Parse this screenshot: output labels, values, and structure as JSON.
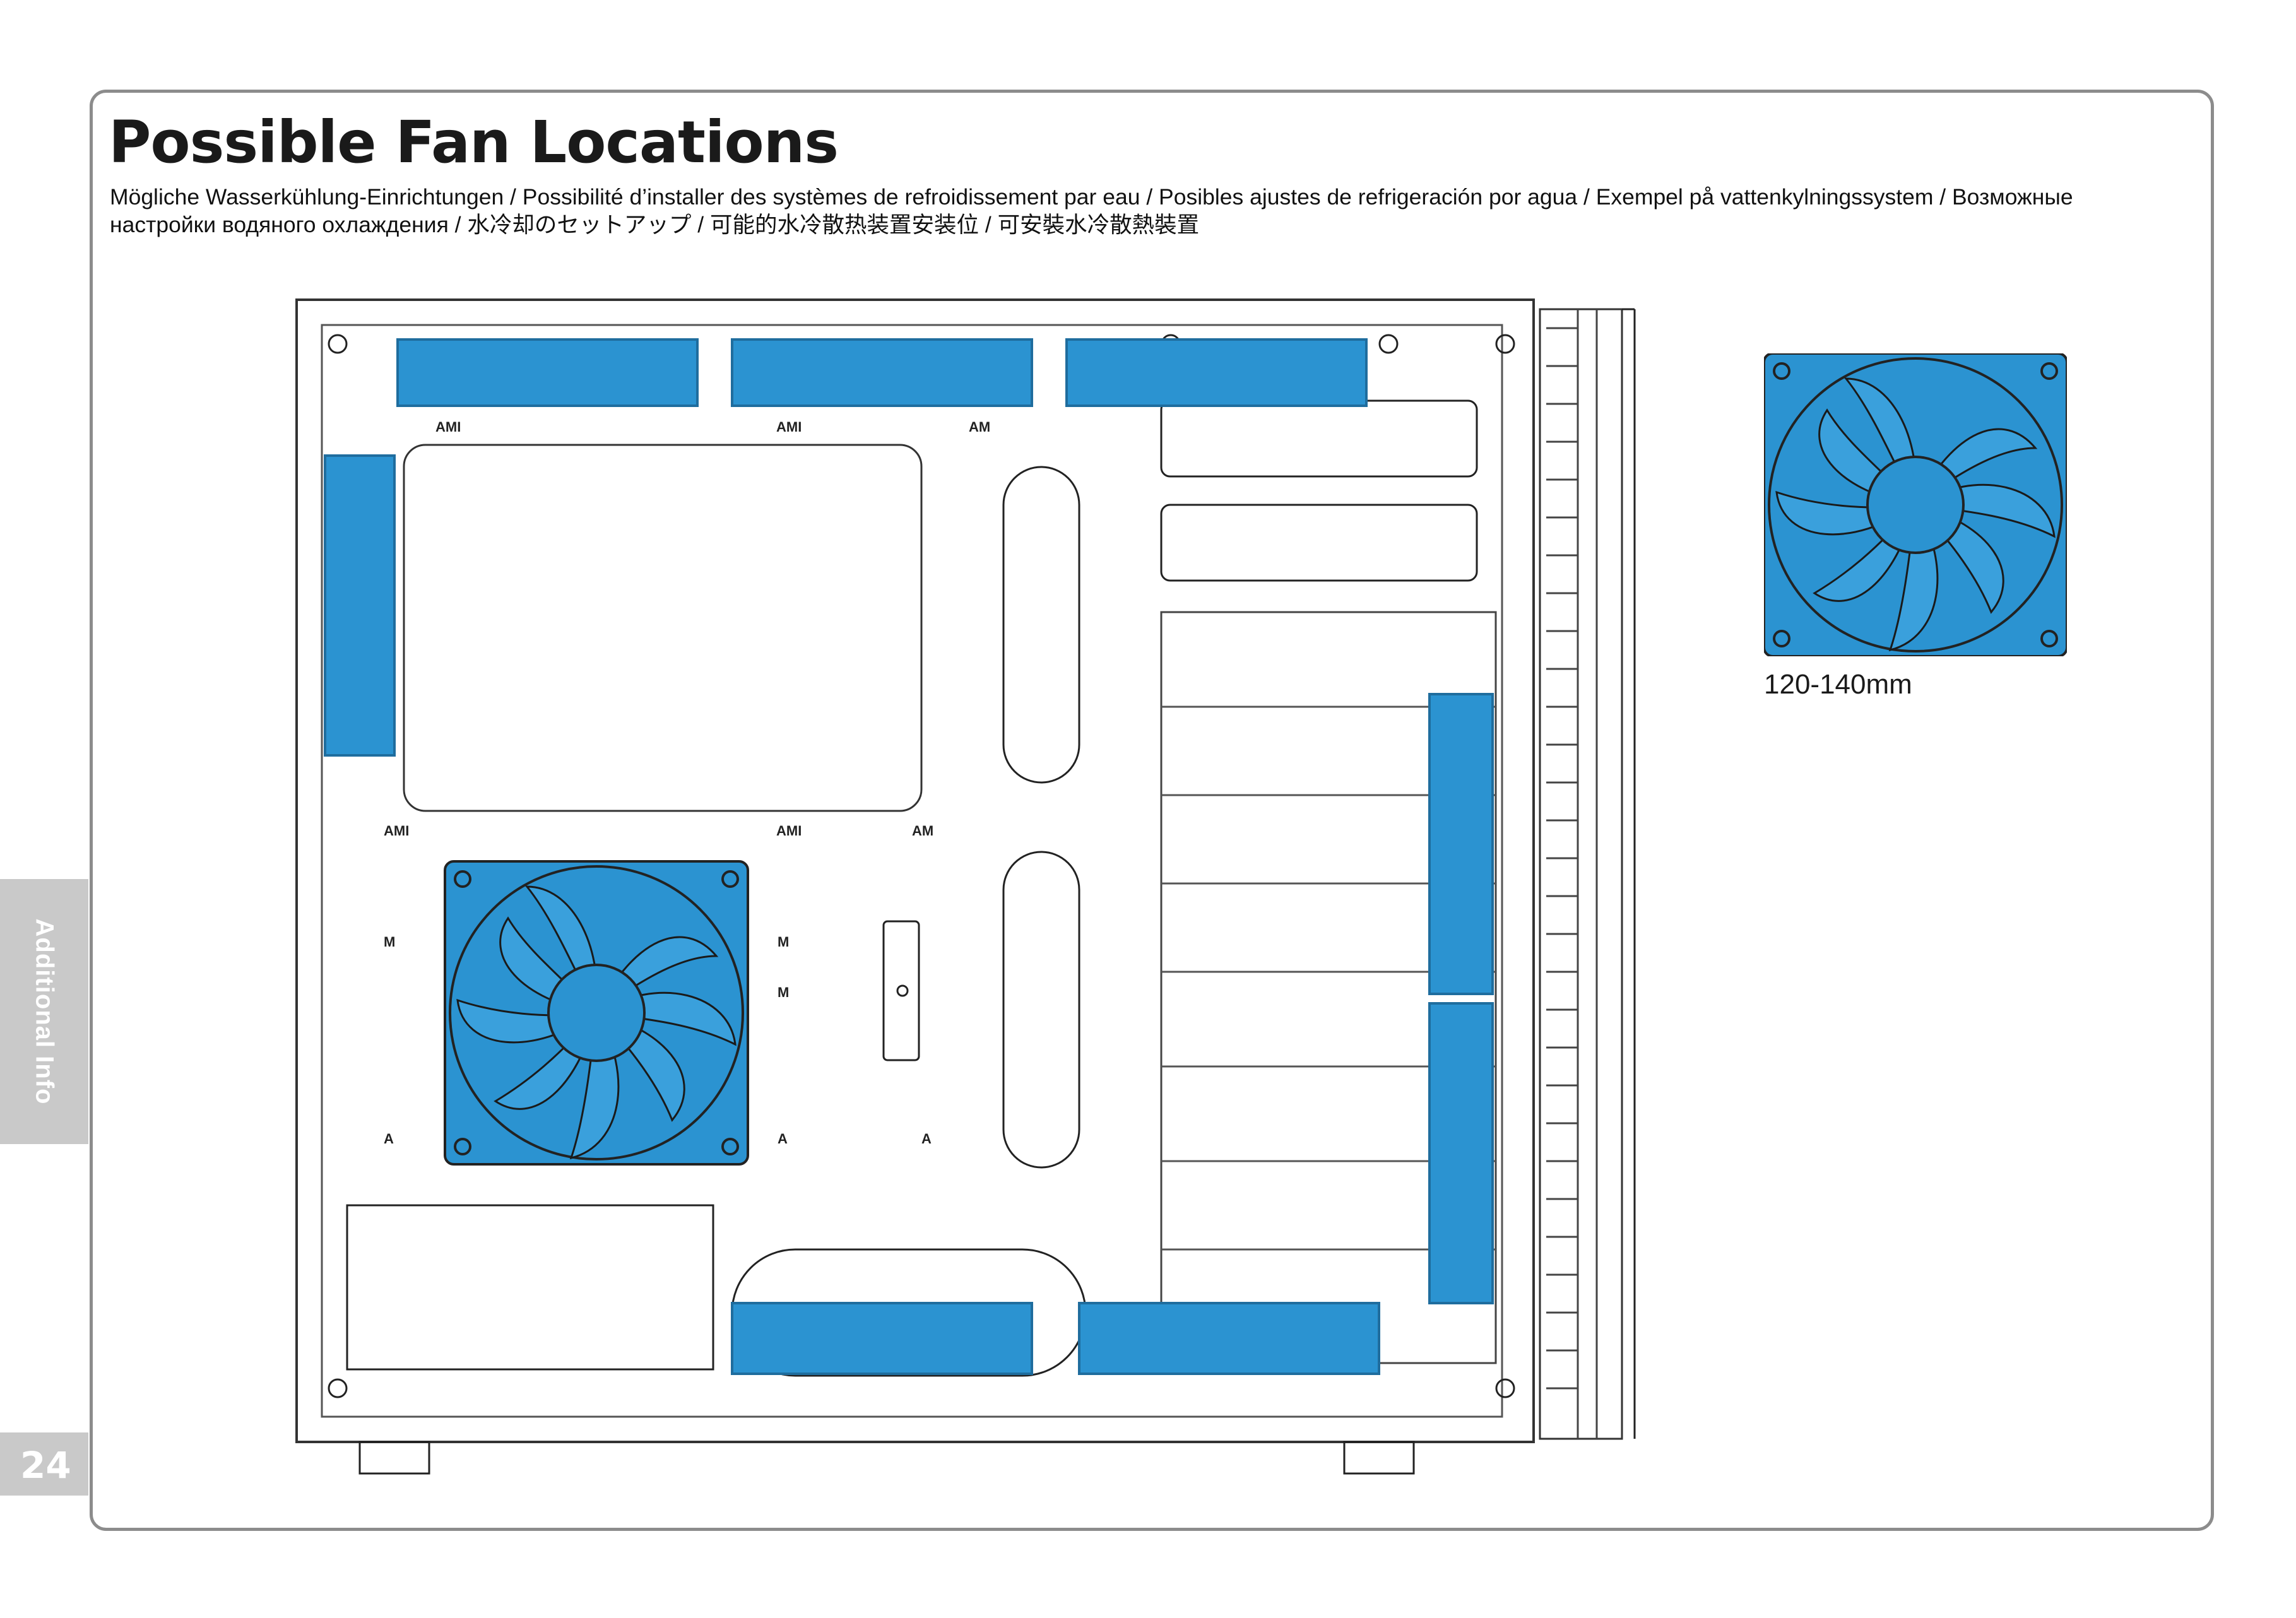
{
  "page": {
    "title": "Possible Fan Locations",
    "subtitle": "Mögliche Wasserkühlung-Einrichtungen / Possibilité d’installer des systèmes de refroidissement par eau / Posibles ajustes de refrigeración por agua / Exempel på vattenkylningssystem / Возможные настройки водяного охлаждения / 水冷却のセットアップ / 可能的水冷散热装置安装位 / 可安裝水冷散熱裝置",
    "side_tab": "Additional Info",
    "page_number": "24"
  },
  "fan_example": {
    "size_label": "120-140mm"
  },
  "diagram": {
    "mount_labels": {
      "ami": "AMI",
      "am": "AM",
      "m": "M",
      "a": "A"
    }
  },
  "colors": {
    "fan_blue": "#2b93d1",
    "fan_blue_dark": "#1c6fa6",
    "outline": "#222222",
    "frame": "#8c8c8c",
    "tab_gray": "#c9c9c9"
  }
}
